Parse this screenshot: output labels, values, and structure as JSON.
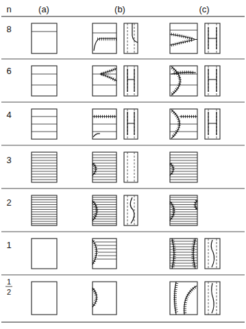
{
  "diagram": {
    "labels": [
      "n",
      "(a)",
      "(b)",
      "(c)",
      "8",
      "6",
      "4",
      "3",
      "2",
      "1",
      "1",
      "2"
    ]
  }
}
